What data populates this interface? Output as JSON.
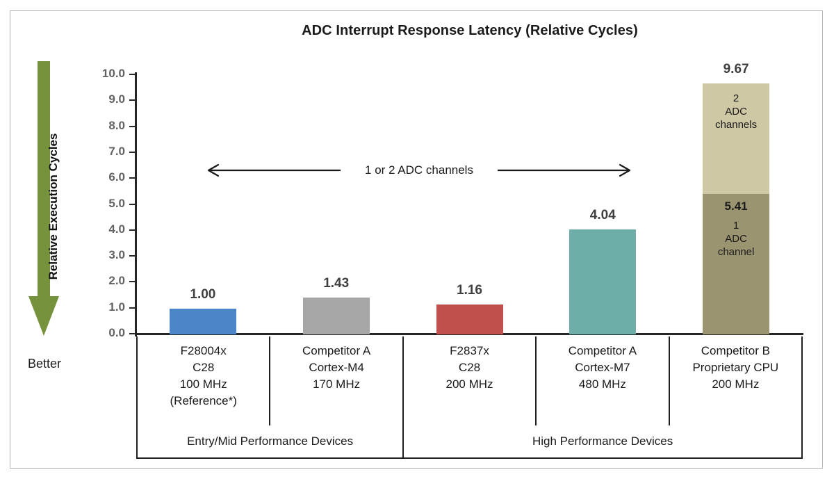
{
  "chart_data": {
    "type": "bar",
    "title": "ADC Interrupt Response Latency (Relative Cycles)",
    "xlabel": "",
    "ylabel": "Relative Execution Cycles",
    "ylim": [
      0,
      10
    ],
    "ytick_labels": [
      "10.0",
      "9.0",
      "8.0",
      "7.0",
      "6.0",
      "5.0",
      "4.0",
      "3.0",
      "2.0",
      "1.0",
      "0.0"
    ],
    "grid": false,
    "legend": "none",
    "categories": [
      "F28004x C28 100 MHz (Reference*)",
      "Competitor A Cortex-M4 170 MHz",
      "F2837x C28 200 MHz",
      "Competitor A Cortex-M7 480 MHz",
      "Competitor B Proprietary CPU 200 MHz"
    ],
    "values": [
      1.0,
      1.43,
      1.16,
      4.04,
      9.67
    ],
    "value_labels": [
      "1.00",
      "1.43",
      "1.16",
      "4.04",
      "9.67"
    ],
    "bars": [
      {
        "category": "F28004x C28 100 MHz (Reference*)",
        "total": 1.0,
        "total_label": "1.00",
        "color": "#4a86c8",
        "segments": [
          {
            "value": 1.0,
            "color": "#4a86c8",
            "label": "",
            "value_label": ""
          }
        ]
      },
      {
        "category": "Competitor A Cortex-M4 170 MHz",
        "total": 1.43,
        "total_label": "1.43",
        "color": "#a6a6a6",
        "segments": [
          {
            "value": 1.43,
            "color": "#a6a6a6",
            "label": "",
            "value_label": ""
          }
        ]
      },
      {
        "category": "F2837x C28 200 MHz",
        "total": 1.16,
        "total_label": "1.16",
        "color": "#c0504d",
        "segments": [
          {
            "value": 1.16,
            "color": "#c0504d",
            "label": "",
            "value_label": ""
          }
        ]
      },
      {
        "category": "Competitor A Cortex-M7 480 MHz",
        "total": 4.04,
        "total_label": "4.04",
        "color": "#6eada8",
        "segments": [
          {
            "value": 4.04,
            "color": "#6eada8",
            "label": "",
            "value_label": ""
          }
        ]
      },
      {
        "category": "Competitor B Proprietary CPU 200 MHz",
        "total": 9.67,
        "total_label": "9.67",
        "color": "#cfc8a5",
        "stacked": true,
        "segments": [
          {
            "value": 5.41,
            "color": "#9a9470",
            "label": "1\nADC\nchannel",
            "value_label": "5.41"
          },
          {
            "value": 4.26,
            "color": "#cfc8a5",
            "label": "2\nADC\nchannels",
            "value_label": ""
          }
        ]
      }
    ],
    "annotations": [
      {
        "name": "adc-channels-range",
        "text": "1 or 2 ADC channels",
        "arrows": "both"
      },
      {
        "name": "better-direction",
        "text": "Better",
        "direction": "down",
        "color": "#76923c"
      }
    ]
  },
  "table": {
    "devices": [
      {
        "lines": [
          "F28004x",
          "C28",
          "100 MHz",
          "(Reference*)"
        ]
      },
      {
        "lines": [
          "Competitor A",
          "Cortex-M4",
          "170 MHz"
        ]
      },
      {
        "lines": [
          "F2837x",
          "C28",
          "200 MHz"
        ]
      },
      {
        "lines": [
          "Competitor A",
          "Cortex-M7",
          "480 MHz"
        ]
      },
      {
        "lines": [
          "Competitor B",
          "Proprietary CPU",
          "200 MHz"
        ]
      }
    ],
    "groups": [
      {
        "label": "Entry/Mid Performance Devices",
        "span": 2
      },
      {
        "label": "High Performance Devices",
        "span": 3
      }
    ]
  },
  "colors": {
    "accent_green": "#76923c",
    "blue": "#4a86c8",
    "gray": "#a6a6a6",
    "red": "#c0504d",
    "teal": "#6eada8",
    "tan_light": "#cfc8a5",
    "tan_dark": "#9a9470",
    "frame": "#b4b4b4",
    "axis": "#262626"
  }
}
